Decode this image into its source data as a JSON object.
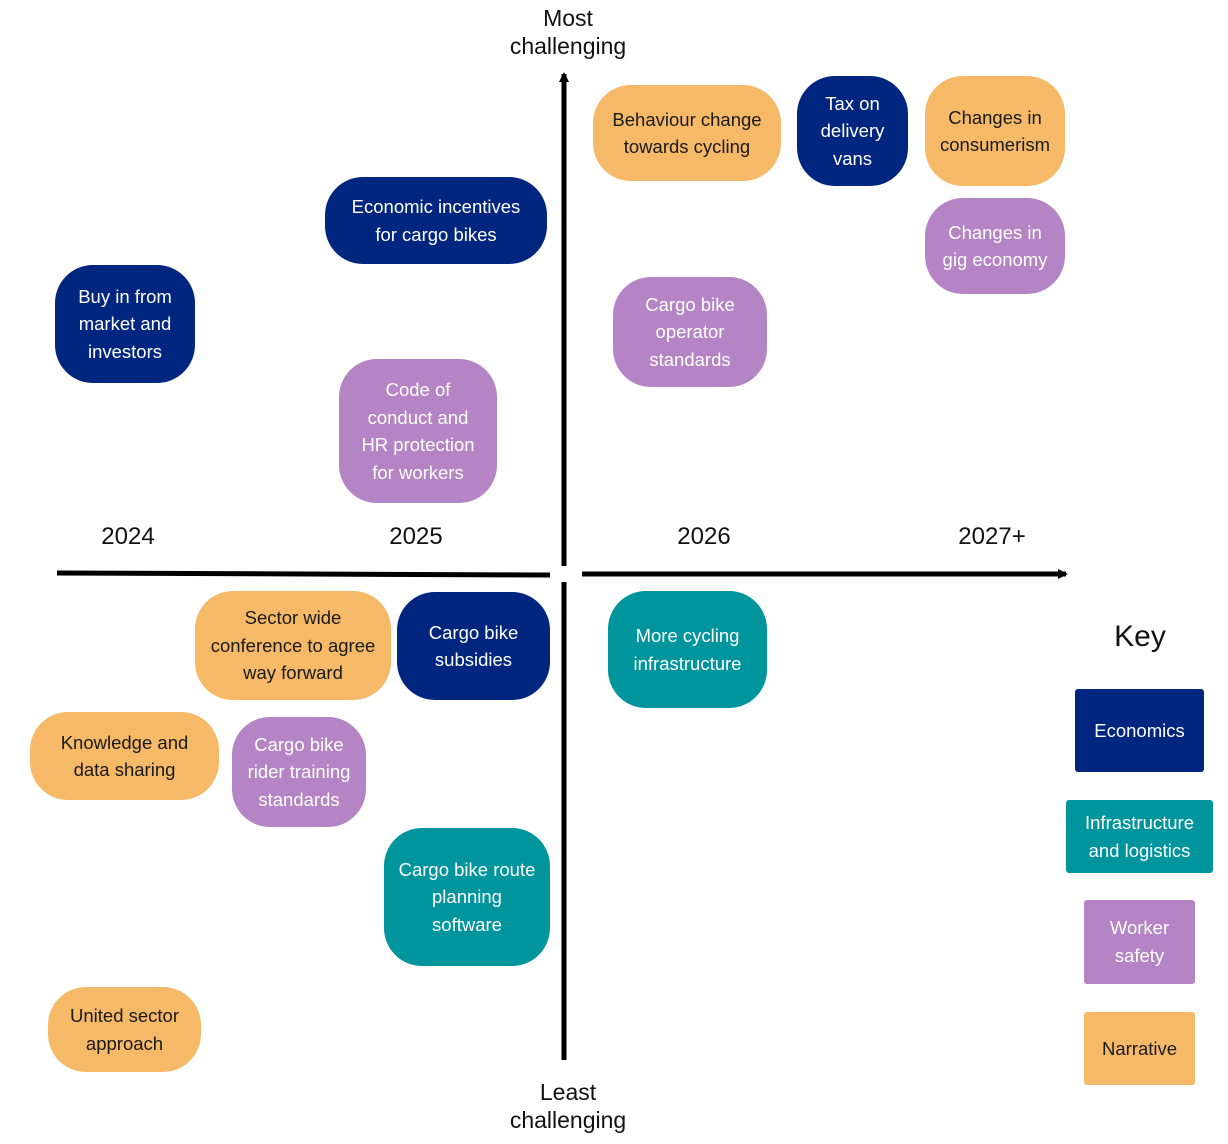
{
  "axes": {
    "y_top_label": "Most\nchallenging",
    "y_bottom_label": "Least\nchallenging",
    "x_years": [
      "2024",
      "2025",
      "2026",
      "2027+"
    ]
  },
  "items": [
    {
      "label": "Behaviour change\ntowards cycling",
      "category": "narrative"
    },
    {
      "label": "Tax on\ndelivery\nvans",
      "category": "economics"
    },
    {
      "label": "Changes in\nconsumerism",
      "category": "narrative"
    },
    {
      "label": "Changes in\ngig economy",
      "category": "worker-safety"
    },
    {
      "label": "Economic incentives\nfor cargo bikes",
      "category": "economics"
    },
    {
      "label": "Buy in from\nmarket and\ninvestors",
      "category": "economics"
    },
    {
      "label": "Cargo bike\noperator\nstandards",
      "category": "worker-safety"
    },
    {
      "label": "Code of\nconduct and\nHR protection\nfor workers",
      "category": "worker-safety"
    },
    {
      "label": "Sector wide\nconference to agree\nway forward",
      "category": "narrative"
    },
    {
      "label": "Cargo bike\nsubsidies",
      "category": "economics"
    },
    {
      "label": "More cycling\ninfrastructure",
      "category": "infrastructure"
    },
    {
      "label": "Knowledge  and\ndata sharing",
      "category": "narrative"
    },
    {
      "label": "Cargo bike\nrider training\nstandards",
      "category": "worker-safety"
    },
    {
      "label": "Cargo bike route\nplanning\nsoftware",
      "category": "infrastructure"
    },
    {
      "label": "United sector\napproach",
      "category": "narrative"
    }
  ],
  "key": {
    "title": "Key",
    "entries": [
      {
        "label": "Economics",
        "category": "economics",
        "color": "#00267f"
      },
      {
        "label": "Infrastructure\nand logistics",
        "category": "infrastructure",
        "color": "#00959d"
      },
      {
        "label": "Worker\nsafety",
        "category": "worker-safety",
        "color": "#b484c4"
      },
      {
        "label": "Narrative",
        "category": "narrative",
        "color": "#f5b968"
      }
    ]
  }
}
